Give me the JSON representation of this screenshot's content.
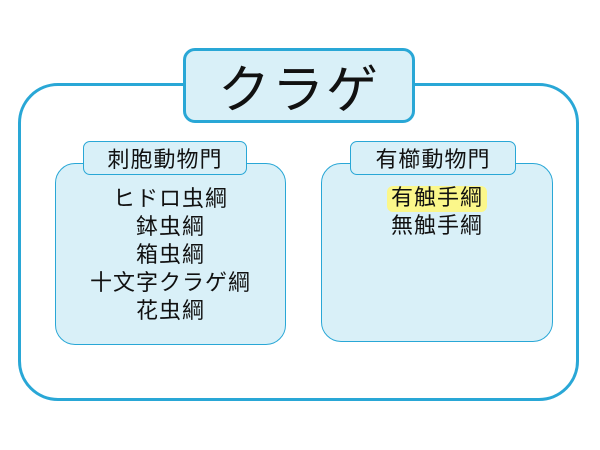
{
  "title": "クラゲ",
  "groups": [
    {
      "label": "刺胞動物門",
      "items": [
        "ヒドロ虫綱",
        "鉢虫綱",
        "箱虫綱",
        "十文字クラゲ綱",
        "花虫綱"
      ]
    },
    {
      "label": "有櫛動物門",
      "items": [
        "有触手綱",
        "無触手綱"
      ],
      "highlighted": "有触手綱"
    }
  ],
  "colors": {
    "border": "#29a7d6",
    "panel_fill": "#d9f0f8",
    "highlight": "#fbf78a"
  }
}
